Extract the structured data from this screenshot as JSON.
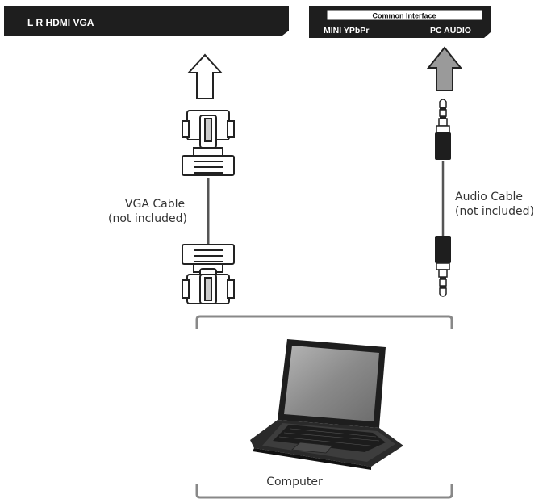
{
  "panels": {
    "left": {
      "label": "L R HDMI VGA"
    },
    "right": {
      "common_interface_label": "Common Interface",
      "mini_label": "MINI YPbPr",
      "pc_audio_label": "PC AUDIO"
    }
  },
  "cables": {
    "vga": {
      "line1": "VGA Cable",
      "line2": "(not included)"
    },
    "audio": {
      "line1": "Audio Cable",
      "line2": "(not included)"
    }
  },
  "device": {
    "label": "Computer"
  },
  "colors": {
    "panel": "#1e1e1e",
    "arrow_left_fill": "#ffffff",
    "arrow_right_fill": "#9a9a9a",
    "connector_fill": "#ffffff",
    "line": "#222222"
  }
}
